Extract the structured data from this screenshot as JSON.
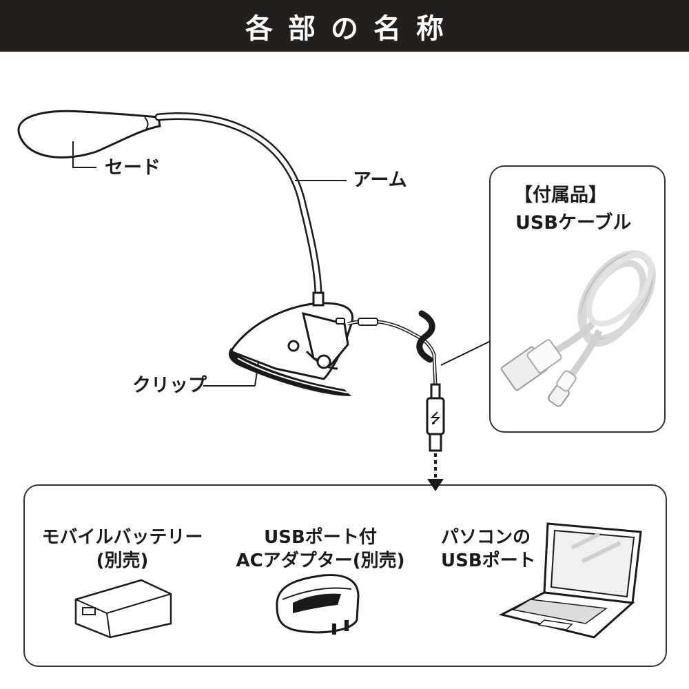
{
  "header": {
    "title": "各部の名称"
  },
  "parts": {
    "shade": "セード",
    "arm": "アーム",
    "clip": "クリップ"
  },
  "accessory": {
    "tag": "【付属品】",
    "name": "USBケーブル"
  },
  "power_sources": [
    {
      "line1": "モバイルバッテリー",
      "line2": "(別売)"
    },
    {
      "line1": "USBポート付",
      "line2": "ACアダプター(別売)"
    },
    {
      "line1": "パソコンの",
      "line2": "USBポート"
    }
  ],
  "colors": {
    "header_bg": "#221f1d",
    "line": "#1a1a1a"
  }
}
